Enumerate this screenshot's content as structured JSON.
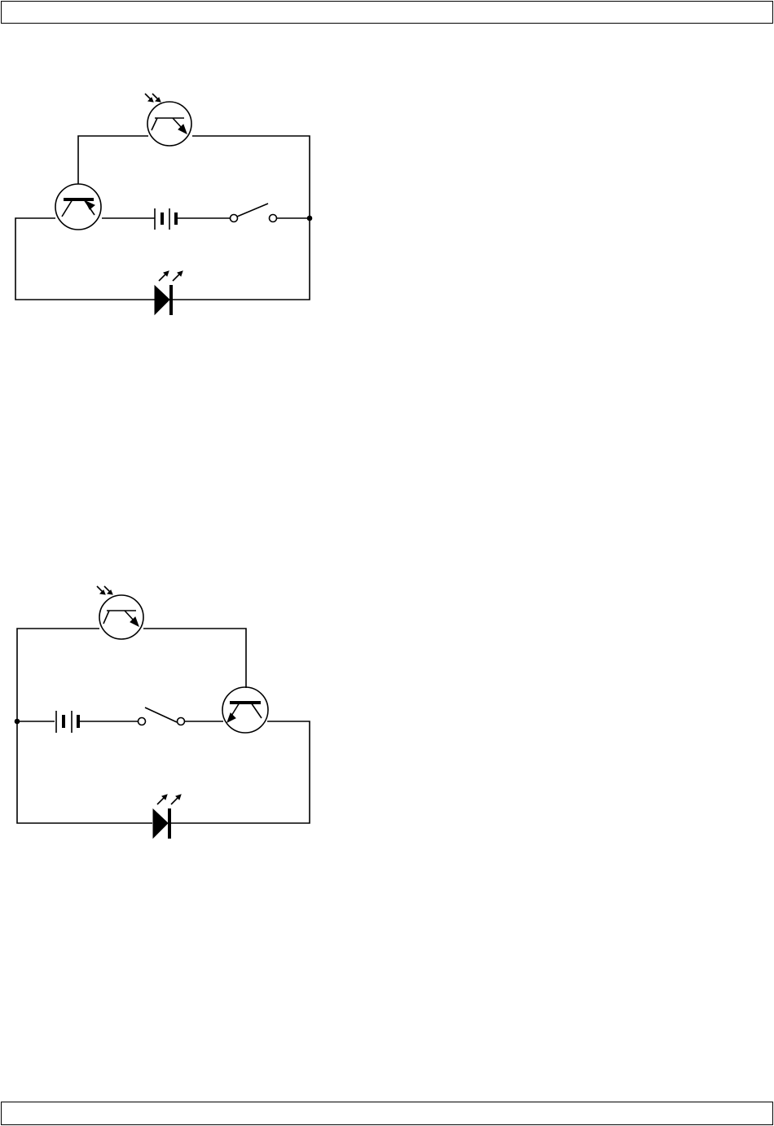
{
  "header": {
    "text": ""
  },
  "footer": {
    "text": ""
  },
  "diagrams": [
    {
      "id": "circuit-1",
      "components": [
        "phototransistor",
        "transistor",
        "battery",
        "switch",
        "led"
      ]
    },
    {
      "id": "circuit-2",
      "components": [
        "phototransistor",
        "battery",
        "switch",
        "transistor",
        "led"
      ]
    }
  ],
  "colors": {
    "line": "#000000",
    "background": "#ffffff"
  }
}
